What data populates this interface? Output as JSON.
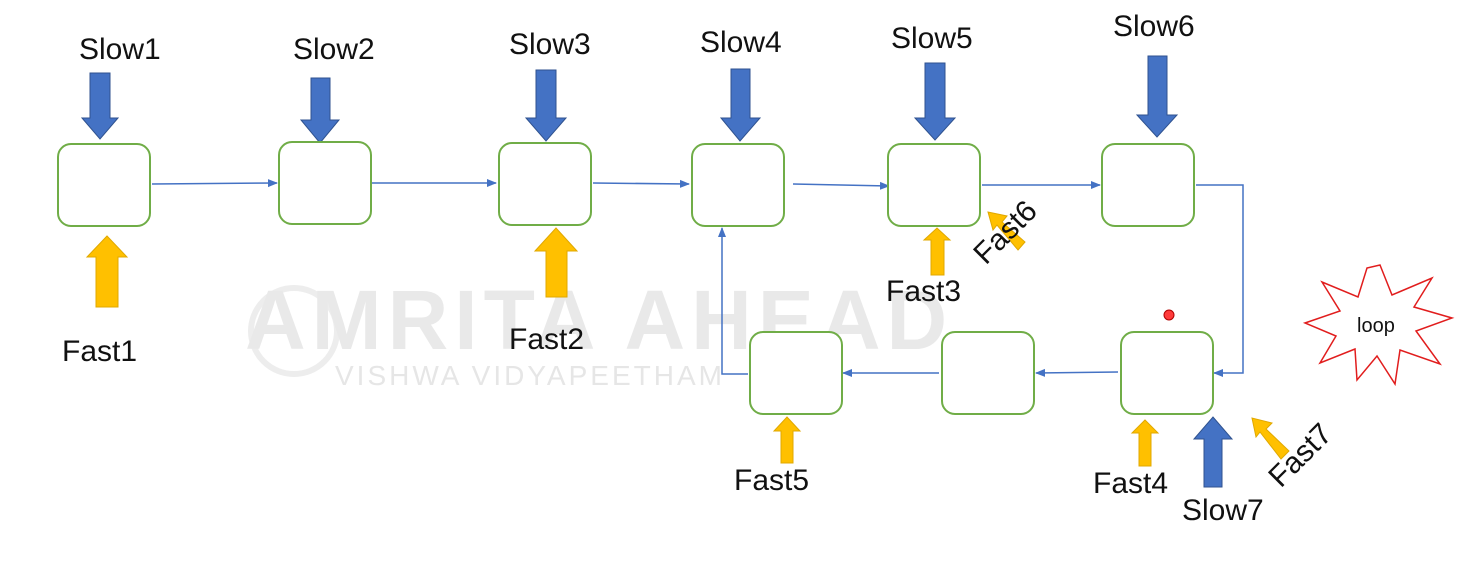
{
  "watermark": {
    "main": "AMRITA AHEAD",
    "sub": "VISHWA VIDYAPEETHAM"
  },
  "loop_label": "loop",
  "slow_labels": [
    "Slow1",
    "Slow2",
    "Slow3",
    "Slow4",
    "Slow5",
    "Slow6",
    "Slow7"
  ],
  "fast_labels": [
    "Fast1",
    "Fast2",
    "Fast3",
    "Fast4",
    "Fast5",
    "Fast6",
    "Fast7"
  ],
  "colors": {
    "node_border": "#70ad47",
    "connector": "#4472c4",
    "slow_arrow": "#4472c4",
    "fast_arrow": "#ffc000",
    "loop_burst": "#e11d1d"
  },
  "nodes": [
    "node-1",
    "node-2",
    "node-3",
    "node-4",
    "node-5",
    "node-6",
    "node-7",
    "node-8",
    "node-9"
  ]
}
